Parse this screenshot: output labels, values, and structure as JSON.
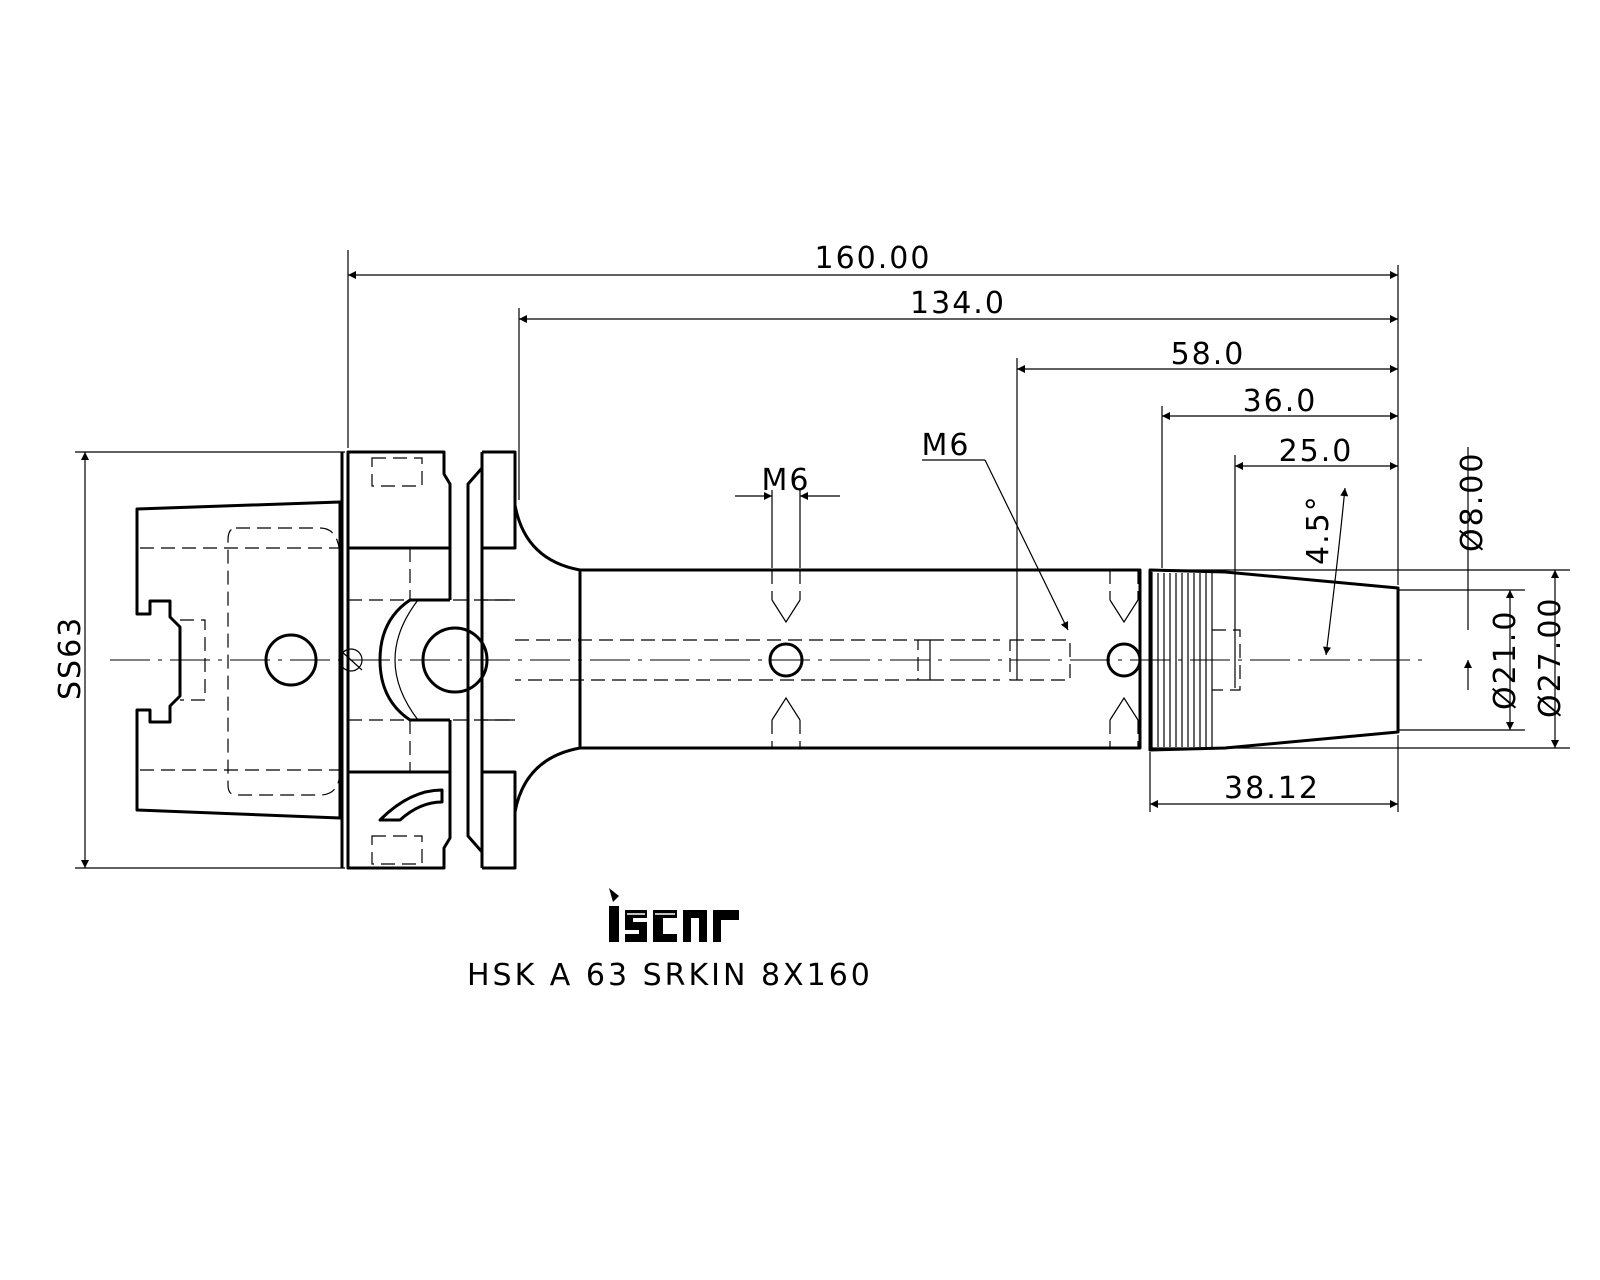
{
  "drawing": {
    "dimensions": {
      "overall_length": "160.00",
      "shank_length": "134.0",
      "m6_offset": "58.0",
      "thread_offset": "36.0",
      "bore_depth": "25.0",
      "taper_angle": "4.5°",
      "bore_diameter": "Ø8.00",
      "nose_diameter": "Ø21.0",
      "body_diameter": "Ø27.00",
      "nose_length": "38.12",
      "flange_size": "SS63",
      "thread_left": "M6",
      "thread_right": "M6"
    },
    "logo_text": "iscar",
    "part_designation": "HSK A 63 SRKIN 8X160"
  }
}
